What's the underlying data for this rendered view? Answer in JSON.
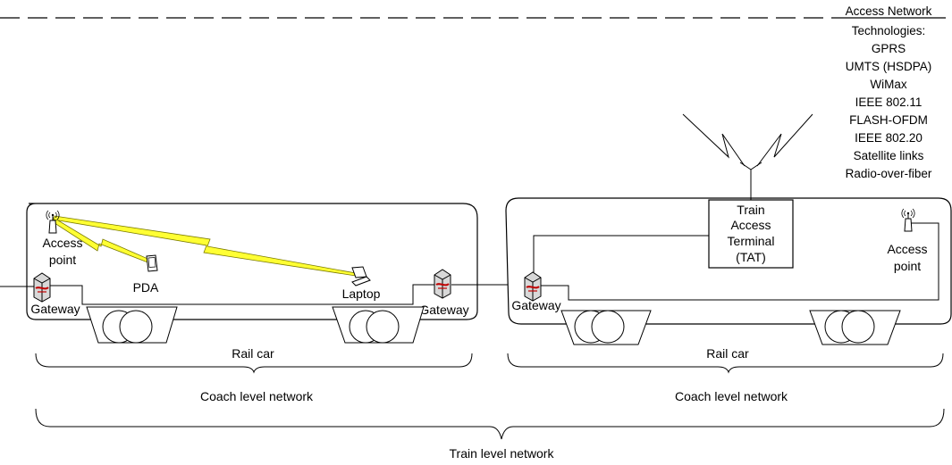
{
  "access_network": {
    "title": "Access Network",
    "technologies_label": "Technologies:",
    "technologies": [
      "GPRS",
      "UMTS (HSDPA)",
      "WiMax",
      "IEEE 802.11",
      "FLASH-OFDM",
      "IEEE 802.20",
      "Satellite links",
      "Radio-over-fiber"
    ]
  },
  "left_car": {
    "access_point": [
      "Access",
      "point"
    ],
    "pda": "PDA",
    "laptop": "Laptop",
    "gateway_left": "Gateway",
    "gateway_right": "Gateway",
    "rail_car": "Rail car",
    "coach_network": "Coach level network"
  },
  "right_car": {
    "tat": [
      "Train",
      "Access",
      "Terminal",
      "(TAT)"
    ],
    "access_point": [
      "Access",
      "point"
    ],
    "gateway": "Gateway",
    "rail_car": "Rail car",
    "coach_network": "Coach level network"
  },
  "train_network": "Train level network",
  "colors": {
    "wireless_link": "#ffff33",
    "wireless_outline": "#7a7a00",
    "gateway_body": "#d8d8d8",
    "gateway_accent": "#c00000"
  }
}
